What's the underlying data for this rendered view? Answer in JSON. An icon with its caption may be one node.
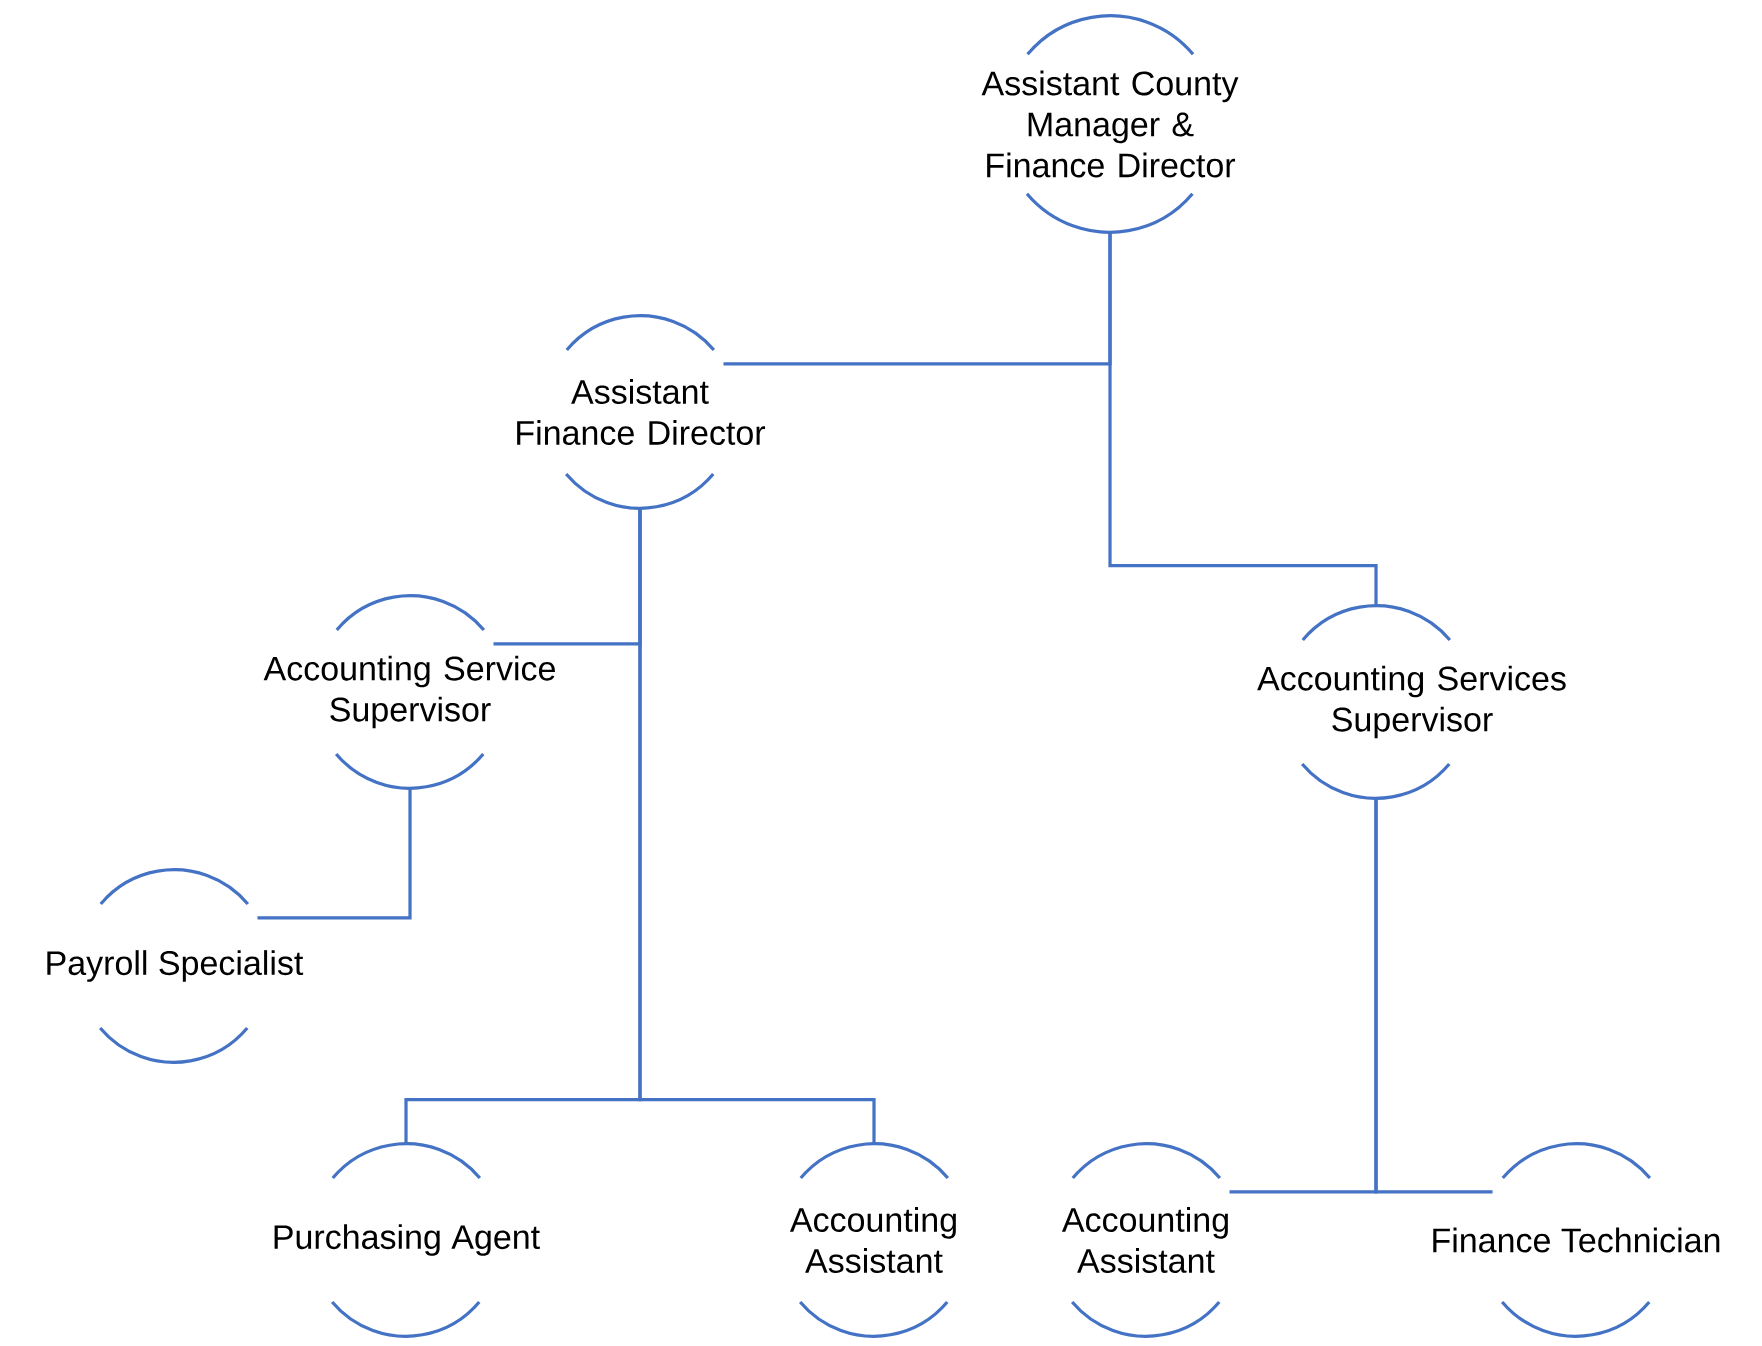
{
  "diagram": {
    "nodes": [
      {
        "text": [
          "Assistant County Manager & Finance Director"
        ]
      },
      {
        "text": [
          "Assistant Finance Director"
        ]
      },
      {
        "text": [
          "Accounting Service Supervisor"
        ]
      },
      {
        "text": [
          "Accounting Services Supervisor"
        ]
      },
      {
        "text": [
          "Payroll Specialist"
        ]
      },
      {
        "text": [
          "Purchasing Agent"
        ]
      },
      {
        "text": [
          "Accounting Assistant"
        ]
      },
      {
        "text": [
          "Accounting Assistant"
        ]
      },
      {
        "text": [
          "Finance Technician"
        ]
      }
    ],
    "edges": [
      {
        "from": 0,
        "to": 1,
        "arrow": "none"
      },
      {
        "from": 0,
        "to": 3,
        "arrow": "none"
      },
      {
        "from": 1,
        "to": 2,
        "arrow": "none"
      },
      {
        "from": 1,
        "to": 5,
        "arrow": "none"
      },
      {
        "from": 1,
        "to": 6,
        "arrow": "none"
      },
      {
        "from": 2,
        "to": 4,
        "arrow": "none"
      },
      {
        "from": 3,
        "to": 7,
        "arrow": "none"
      },
      {
        "from": 3,
        "to": 8,
        "arrow": "none"
      }
    ]
  }
}
